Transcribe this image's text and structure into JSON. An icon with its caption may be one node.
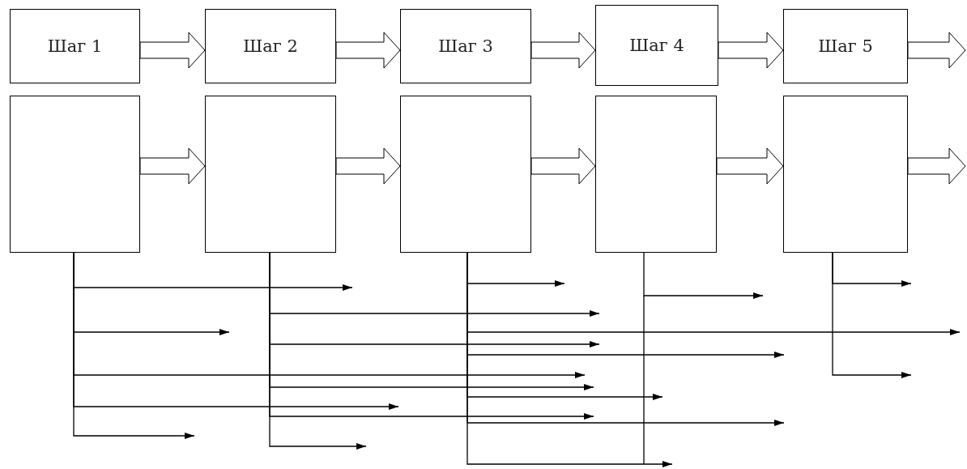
{
  "diagram": {
    "nodes": [
      {
        "text": [
          "Шаг 1"
        ]
      },
      {
        "text": [
          "Шаг 2"
        ]
      },
      {
        "text": [
          "Шаг 3"
        ]
      },
      {
        "text": [
          "Шаг 4"
        ]
      },
      {
        "text": [
          "Шаг 5"
        ]
      },
      {
        "text": [],
        "shape": "box"
      },
      {
        "text": [],
        "shape": "box"
      },
      {
        "text": [],
        "shape": "box"
      },
      {
        "text": [],
        "shape": "box"
      },
      {
        "text": [],
        "shape": "box"
      }
    ],
    "edges": [
      {
        "from": 0,
        "to": 1,
        "arrow": "to",
        "style": "thick"
      },
      {
        "from": 1,
        "to": 2,
        "arrow": "to",
        "style": "thick"
      },
      {
        "from": 2,
        "to": 3,
        "arrow": "to",
        "style": "thick"
      },
      {
        "from": 3,
        "to": 4,
        "arrow": "to",
        "style": "thick"
      },
      {
        "from": 4,
        "to": null,
        "arrow": "to",
        "style": "thick"
      },
      {
        "from": 5,
        "to": 6,
        "arrow": "to",
        "style": "thick"
      },
      {
        "from": 6,
        "to": 7,
        "arrow": "to",
        "style": "thick"
      },
      {
        "from": 7,
        "to": 8,
        "arrow": "to",
        "style": "thick"
      },
      {
        "from": 8,
        "to": 9,
        "arrow": "to",
        "style": "thick"
      },
      {
        "from": 9,
        "to": null,
        "arrow": "to",
        "style": "thick"
      },
      {
        "from": 5,
        "to": null,
        "arrow": "to"
      },
      {
        "from": 5,
        "to": null,
        "arrow": "to"
      },
      {
        "from": 5,
        "to": null,
        "arrow": "to"
      },
      {
        "from": 5,
        "to": null,
        "arrow": "to"
      },
      {
        "from": 5,
        "to": null,
        "arrow": "to"
      },
      {
        "from": 6,
        "to": null,
        "arrow": "to"
      },
      {
        "from": 6,
        "to": null,
        "arrow": "to"
      },
      {
        "from": 6,
        "to": null,
        "arrow": "to"
      },
      {
        "from": 6,
        "to": null,
        "arrow": "to"
      },
      {
        "from": 6,
        "to": null,
        "arrow": "to"
      },
      {
        "from": 7,
        "to": null,
        "arrow": "to"
      },
      {
        "from": 7,
        "to": null,
        "arrow": "to"
      },
      {
        "from": 7,
        "to": null,
        "arrow": "to"
      },
      {
        "from": 7,
        "to": null,
        "arrow": "to"
      },
      {
        "from": 7,
        "to": null,
        "arrow": "to"
      },
      {
        "from": 7,
        "to": null,
        "arrow": "to"
      },
      {
        "from": 8,
        "to": null,
        "arrow": "to"
      },
      {
        "from": 9,
        "to": null,
        "arrow": "to"
      },
      {
        "from": 9,
        "to": null,
        "arrow": "to"
      }
    ]
  }
}
